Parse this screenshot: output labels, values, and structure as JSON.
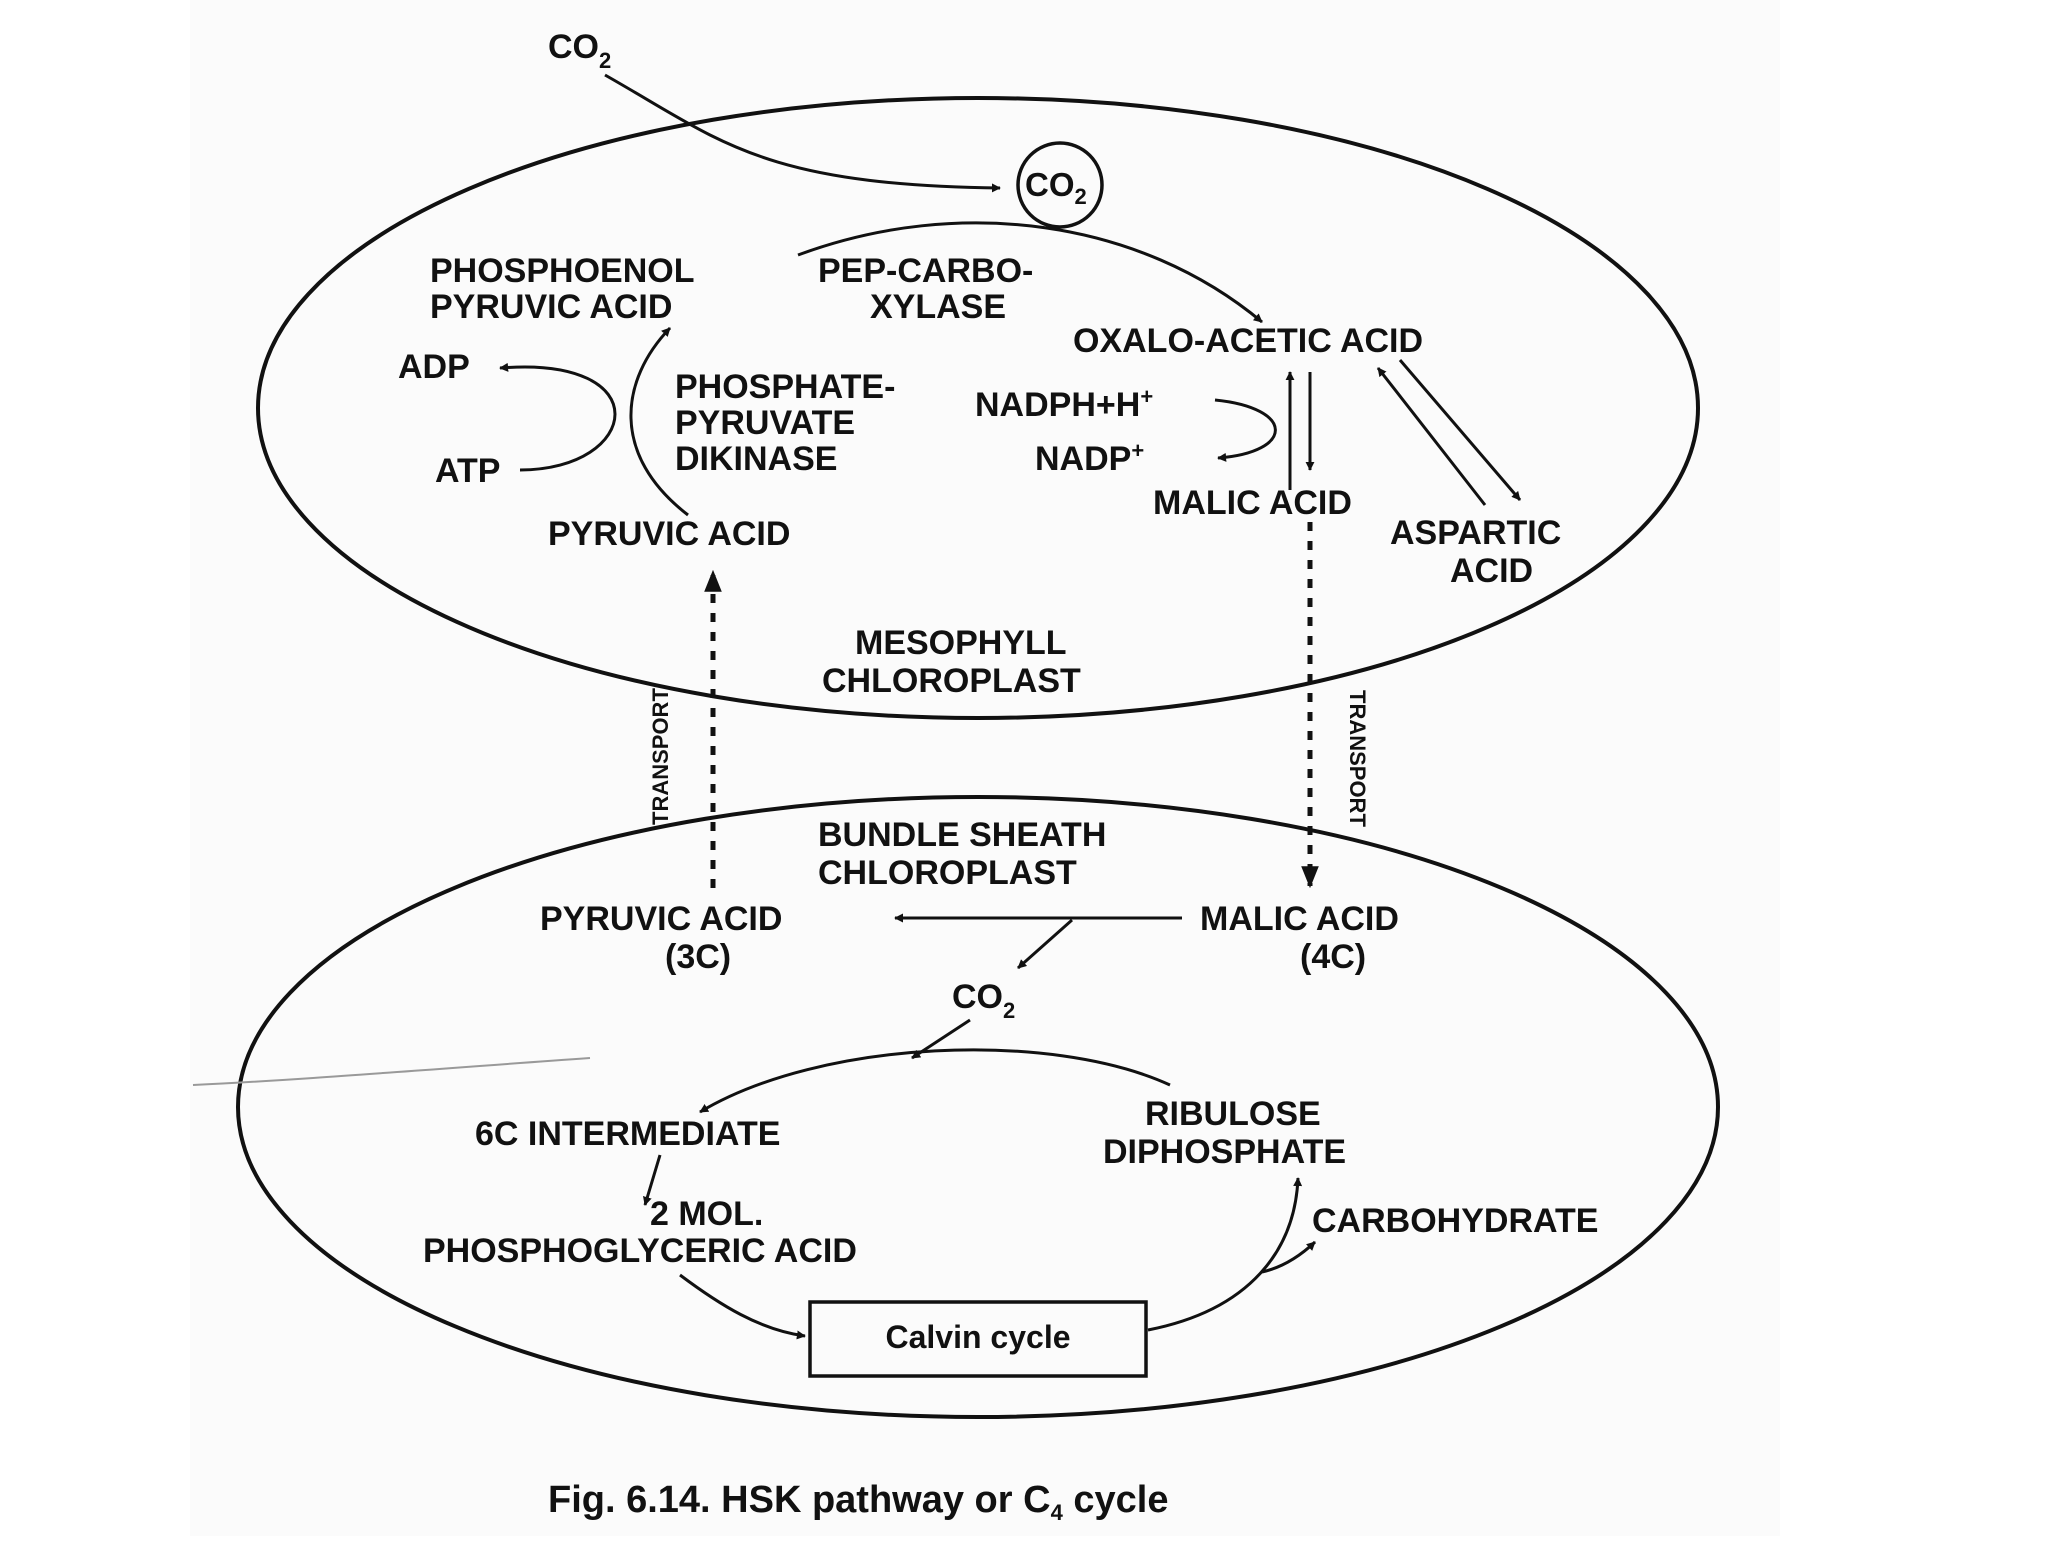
{
  "colors": {
    "ink": "#111111",
    "paper": "#fbfbfb",
    "background": "#ffffff"
  },
  "labels": {
    "co2_top_main": "CO",
    "co2_top_sub": "2",
    "co2_circle_main": "CO",
    "co2_circle_sub": "2",
    "pep_line1": "PHOSPHOENOL",
    "pep_line2": "PYRUVIC ACID",
    "pepc_line1": "PEP-CARBO-",
    "pepc_line2": "XYLASE",
    "oaa": "OXALO-ACETIC ACID",
    "adp": "ADP",
    "atp": "ATP",
    "ppdk_line1": "PHOSPHATE-",
    "ppdk_line2": "PYRUVATE",
    "ppdk_line3": "DIKINASE",
    "nadph_main": "NADPH+H",
    "nadph_sup": "+",
    "nadp_main": "NADP",
    "nadp_sup": "+",
    "malic_meso": "MALIC ACID",
    "aspartic_line1": "ASPARTIC",
    "aspartic_line2": "ACID",
    "pyruvic_meso": "PYRUVIC ACID",
    "mesophyll_line1": "MESOPHYLL",
    "mesophyll_line2": "CHLOROPLAST",
    "transport_left": "TRANSPORT",
    "transport_right": "TRANSPORT",
    "bundle_line1": "BUNDLE SHEATH",
    "bundle_line2": "CHLOROPLAST",
    "pyruvic_bundle_line1": "PYRUVIC ACID",
    "pyruvic_bundle_line2": "(3C)",
    "malic_bundle_line1": "MALIC ACID",
    "malic_bundle_line2": "(4C)",
    "co2_bundle_main": "CO",
    "co2_bundle_sub": "2",
    "six_c": "6C INTERMEDIATE",
    "rudp_line1": "RIBULOSE",
    "rudp_line2": "DIPHOSPHATE",
    "pga_line1": "2 MOL.",
    "pga_line2": "PHOSPHOGLYCERIC ACID",
    "carbohydrate": "CARBOHYDRATE",
    "calvin": "Calvin cycle"
  },
  "caption": {
    "prefix": "Fig. 6.14. HSK pathway or C",
    "sub": "4",
    "suffix": " cycle"
  }
}
